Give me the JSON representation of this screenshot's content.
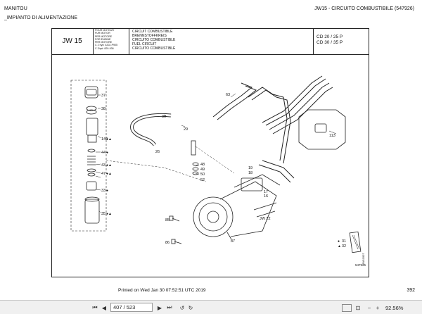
{
  "header": {
    "brand": "MANITOU",
    "doc_code": "JW15 - CIRCUITO COMBUSTIBILE (547926)",
    "section": "_IMPIANTO DI ALIMENTAZIONE"
  },
  "title_block": {
    "code": "JW 15",
    "small_list": [
      "POUR MOTEUR",
      "FUR MOTOR",
      "PER MOTORE",
      "FOR ENGINE",
      "PER MOTORE"
    ],
    "serials": [
      "C 2 hyd: 4202-P905",
      "C 2hyd: 820-936"
    ],
    "names": [
      "CIRCUIT COMBUSTIBLE",
      "BRENNSTOFFKREIS",
      "CIRCUITO COMBUSTIBLE",
      "FUEL CIRCUIT",
      "CIRCUITO COMBUSTIBLE"
    ],
    "models": [
      "CD 20 / 25 P",
      "CD 30 / 35 P"
    ]
  },
  "callouts": {
    "c37": "37",
    "c38": "38",
    "c140": "140",
    "c44": "44",
    "c43": "43",
    "c47": "47",
    "c33": "33",
    "c35": "35",
    "c30": "30",
    "c29": "29",
    "c26": "26",
    "c63": "63",
    "c113": "113",
    "c48": "48",
    "c49": "49",
    "c50": "50",
    "c52": "52",
    "c19": "19",
    "c18": "18",
    "c17": "17",
    "c16": "16",
    "c85": "85",
    "c86": "86",
    "c87": "87",
    "c31": "31",
    "c32": "32",
    "jw": "JW 22"
  },
  "footer": {
    "printed": "Printed on   Wed Jan 30 07:52:51 UTC 2019",
    "page_number": "392",
    "drawing_ref": "547926",
    "vertical_ref": "JW11007"
  },
  "toolbar": {
    "page_value": "407 / 523",
    "zoom": "92.56%"
  }
}
